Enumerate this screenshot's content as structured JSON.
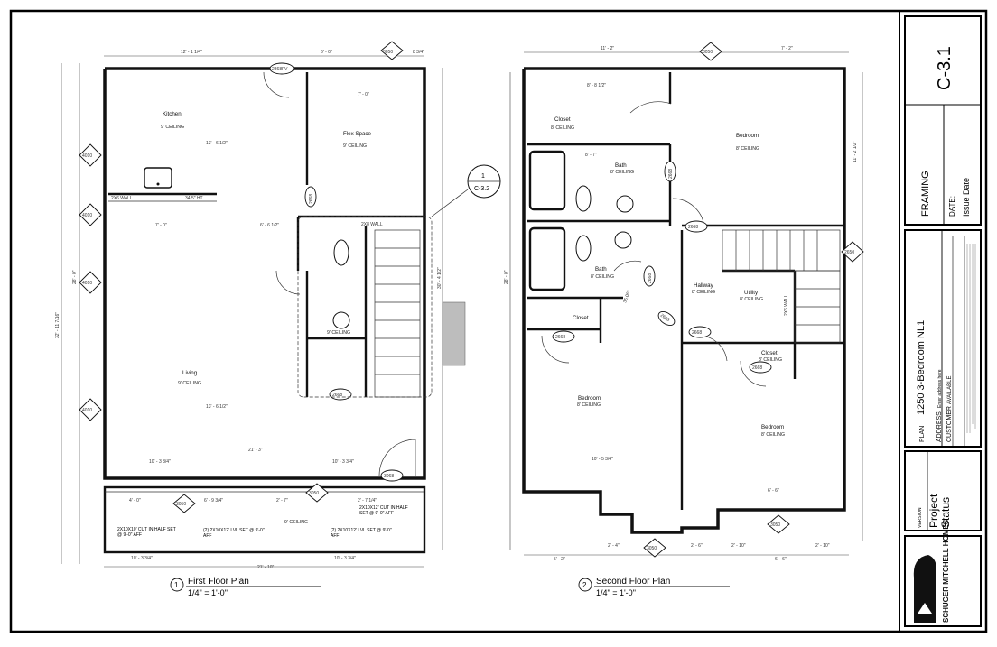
{
  "title_block": {
    "sheet_number": "C-3.1",
    "sheet_title": "FRAMING",
    "date_label": "DATE:",
    "issue_date": "Issue Date",
    "plan_label": "PLAN",
    "plan_name": "1250 3-Bedroom NL1",
    "address_label": "ADDRESS",
    "address_value": "Enter address here",
    "customer_label": "CUSTOMER",
    "customer_value": "AVAILABLE",
    "version_label": "VERSION",
    "project_status": "Project Status",
    "logo_text": "SCHUGER MITCHELL HOMES"
  },
  "callout": {
    "number": "1",
    "sheet": "C-3.2"
  },
  "first_floor": {
    "number": "1",
    "title": "First Floor Plan",
    "scale": "1/4\" = 1'-0\"",
    "rooms": [
      {
        "name": "Kitchen",
        "ceiling": "9' CEILING"
      },
      {
        "name": "Flex Space",
        "ceiling": "9' CEILING"
      },
      {
        "name": "Living",
        "ceiling": "9' CEILING"
      }
    ],
    "ceiling_labels": [
      "9' CEILING",
      "9' CEILING"
    ],
    "notes": {
      "wall_2x6": "2X6 WALL",
      "wall_ht": "34.5\" HT",
      "wall_2x8": "2X8 WALL",
      "beam_a": "2X10X10' CUT IN HALF SET @ 9'-0\" AFF",
      "beam_b": "(2) 2X10X12' LVL SET @ 9'-0\" AFF",
      "beam_c": "(2) 2X10X12' LVL SET @ 9'-0\" AFF",
      "beam_d": "2X10X12' CUT IN HALF SET @ 9'-0\" AFF"
    },
    "window_tags": [
      "3050",
      "4010",
      "4010",
      "4010",
      "4010",
      "3050",
      "3050"
    ],
    "door_tags": [
      "2868FV",
      "2668",
      "2668",
      "3068"
    ],
    "dims": [
      "12' - 1 1/4\"",
      "6' - 0\"",
      "8 3/4\"",
      "7' - 0\"",
      "13' - 6 1/2\"",
      "7' - 0\"",
      "6' - 6 1/2\"",
      "13' - 6 1/2\"",
      "21' - 3\"",
      "10' - 3 3/4\"",
      "10' - 3 3/4\"",
      "4' - 0\"",
      "6' - 9 3/4\"",
      "2' - 7\"",
      "2' - 7 1/4\"",
      "10' - 3 3/4\"",
      "10' - 3 3/4\"",
      "21' - 10\"",
      "32' - 11 7/16\"",
      "28' - 0\"",
      "30' - 4 1/2\""
    ]
  },
  "second_floor": {
    "number": "2",
    "title": "Second Floor Plan",
    "scale": "1/4\" = 1'-0\"",
    "rooms": [
      {
        "name": "Closet",
        "ceiling": "8' CEILING"
      },
      {
        "name": "Bedroom",
        "ceiling": "8' CEILING"
      },
      {
        "name": "Bath",
        "ceiling": "8' CEILING"
      },
      {
        "name": "Bath",
        "ceiling": "8' CEILING"
      },
      {
        "name": "Hallway",
        "ceiling": "8' CEILING"
      },
      {
        "name": "Utility",
        "ceiling": "8' CEILING"
      },
      {
        "name": "Closet",
        "ceiling": ""
      },
      {
        "name": "Closet",
        "ceiling": "8' CEILING"
      },
      {
        "name": "Bedroom",
        "ceiling": "8' CEILING"
      },
      {
        "name": "Bedroom",
        "ceiling": "8' CEILING"
      }
    ],
    "angle_note": "35.00°",
    "wall_note": "2X6 WALL",
    "window_tags": [
      "3050",
      "2650",
      "3050",
      "3050"
    ],
    "door_tags": [
      "2668",
      "2668",
      "2668",
      "2668",
      "2668",
      "2668"
    ],
    "dims": [
      "11' - 2\"",
      "7' - 2\"",
      "8' - 8 1/2\"",
      "8' - 7\"",
      "10' - 5 3/4\"",
      "6' - 6\"",
      "2' - 4\"",
      "2' - 6\"",
      "2' - 10\"",
      "2' - 10\"",
      "6' - 6\"",
      "5' - 2\"",
      "28' - 0\"",
      "11' - 2 1/2\""
    ]
  }
}
